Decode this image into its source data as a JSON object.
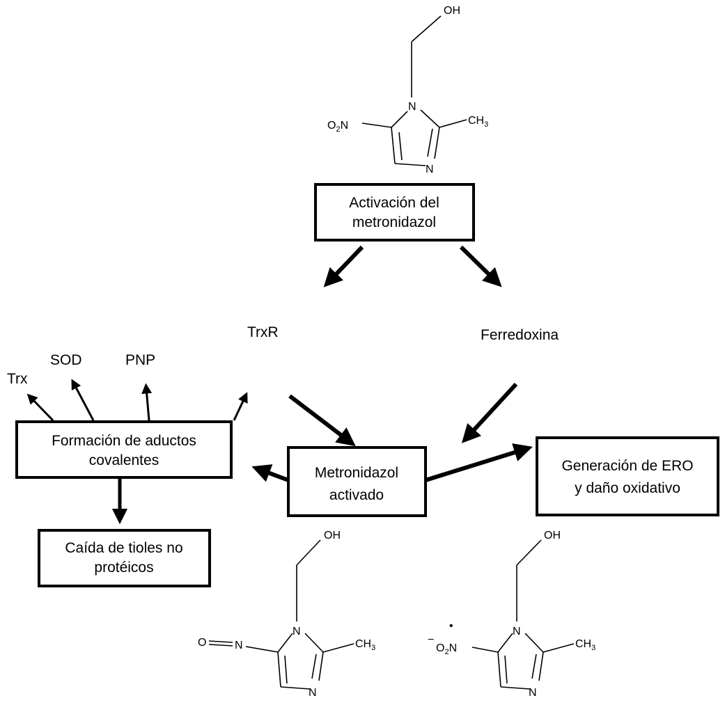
{
  "boxes": {
    "activation": [
      "Activación del",
      "metronidazol"
    ],
    "adducts": [
      "Formación de aductos",
      "covalentes"
    ],
    "activated": [
      "Metronidazol",
      "activado"
    ],
    "ero": [
      "Generación de ERO",
      "y daño oxidativo"
    ],
    "thiols": [
      "Caída de tioles no",
      "protéicos"
    ]
  },
  "labels": {
    "trxr": "TrxR",
    "ferredoxina": "Ferredoxina",
    "trx": "Trx",
    "sod": "SOD",
    "pnp": "PNP"
  },
  "molecules": {
    "oh": "OH",
    "n": "N",
    "o": "O",
    "nitro_o": "O",
    "nitro_sub": "2",
    "nitro_n": "N",
    "ch": "CH",
    "ch_sub": "3",
    "minus": "−",
    "radical_dot": "•"
  }
}
